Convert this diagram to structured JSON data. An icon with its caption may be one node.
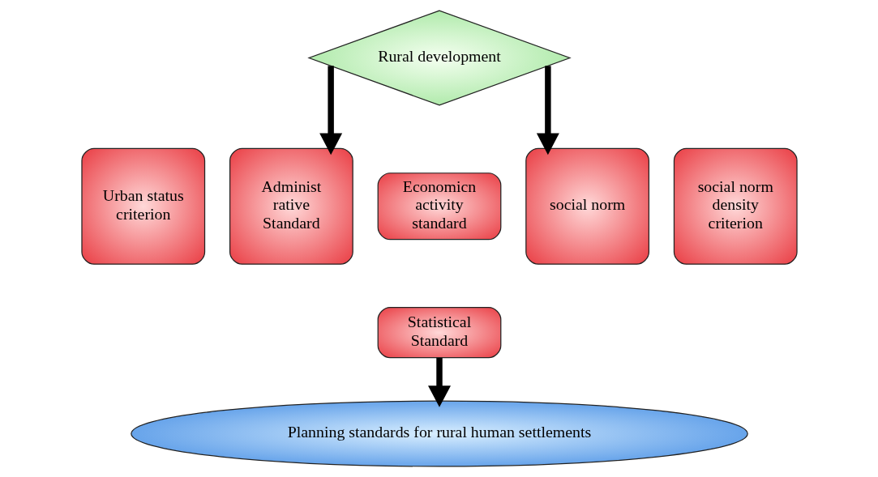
{
  "diagram": {
    "nodes": [
      {
        "text": [
          "Rural development"
        ]
      },
      {
        "text": [
          "Urban status criterion"
        ]
      },
      {
        "text": [
          "Administ rative Standard"
        ]
      },
      {
        "text": [
          "Economicn activity standard"
        ]
      },
      {
        "text": [
          "Statistical Standard"
        ]
      },
      {
        "text": [
          "social norm"
        ]
      },
      {
        "text": [
          "social norm density criterion"
        ]
      },
      {
        "text": [
          "Planning standards for rural human settlements"
        ]
      }
    ],
    "edges": [
      {
        "from": 0,
        "to": 2,
        "arrow": "to"
      },
      {
        "from": 0,
        "to": 5,
        "arrow": "to"
      },
      {
        "from": 4,
        "to": 7,
        "arrow": "to"
      }
    ]
  }
}
